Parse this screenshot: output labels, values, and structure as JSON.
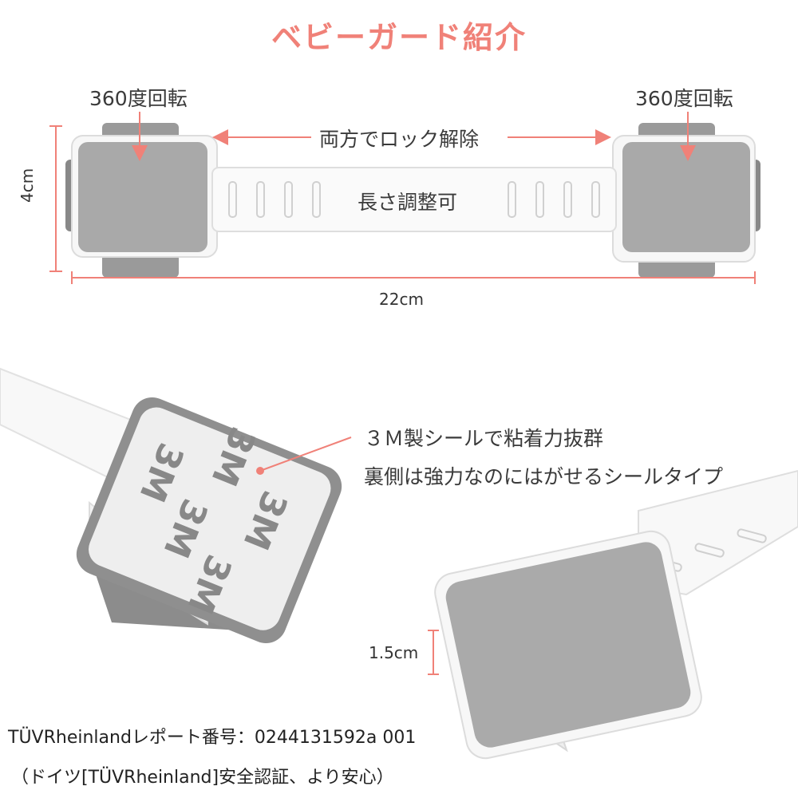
{
  "title": "ベビーガード紹介",
  "colors": {
    "accent": "#f08178",
    "pad_gray": "#a9a9a9",
    "frame_white": "#f7f7f7",
    "housing_gray": "#8e8e8e",
    "strap": "#fafafa"
  },
  "top_diagram": {
    "rotate_left": "360度回転",
    "rotate_right": "360度回転",
    "both_release": "両方でロック解除",
    "adjustable": "長さ調整可",
    "height": "4cm",
    "width": "22cm"
  },
  "detail": {
    "sticker_line1": "３Ｍ製シールで粘着力抜群",
    "sticker_line2": "裏側は強力なのにはがせるシールタイプ",
    "thickness": "1.5cm",
    "brand_mark": "3M"
  },
  "footer": {
    "report": "TÜVRheinlandレポート番号：0244131592a 001",
    "cert": "（ドイツ[TÜVRheinland]安全認証、より安心）"
  }
}
